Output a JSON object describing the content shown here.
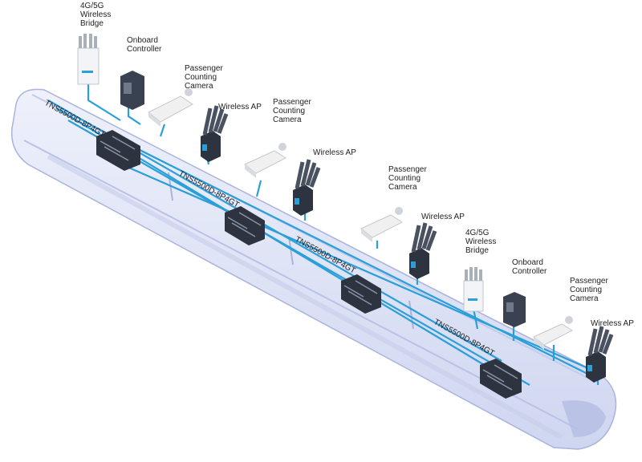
{
  "labels": {
    "bridge_1": [
      "4G/5G",
      "Wireless",
      "Bridge"
    ],
    "controller_1": [
      "Onboard",
      "Controller"
    ],
    "camera_1": [
      "Passenger",
      "Counting",
      "Camera"
    ],
    "ap_1": "Wireless AP",
    "camera_2": [
      "Passenger",
      "Counting",
      "Camera"
    ],
    "ap_2": "Wireless AP",
    "camera_3": [
      "Passenger",
      "Counting",
      "Camera"
    ],
    "ap_3": "Wireless AP",
    "bridge_2": [
      "4G/5G",
      "Wireless",
      "Bridge"
    ],
    "controller_2": [
      "Onboard",
      "Controller"
    ],
    "camera_4": [
      "Passenger",
      "Counting",
      "Camera"
    ],
    "ap_4": "Wireless AP"
  },
  "switches": [
    "TNS5500D-8P4GT",
    "TNS5500D-8P4GT",
    "TNS5500D-8P4GT",
    "TNS5500D-8P4GT"
  ],
  "colors": {
    "network_line": "#2a9fd8",
    "train_body": "#dfe4f6",
    "train_outline": "#a9b3dd",
    "switch_body": "#2d3440"
  }
}
